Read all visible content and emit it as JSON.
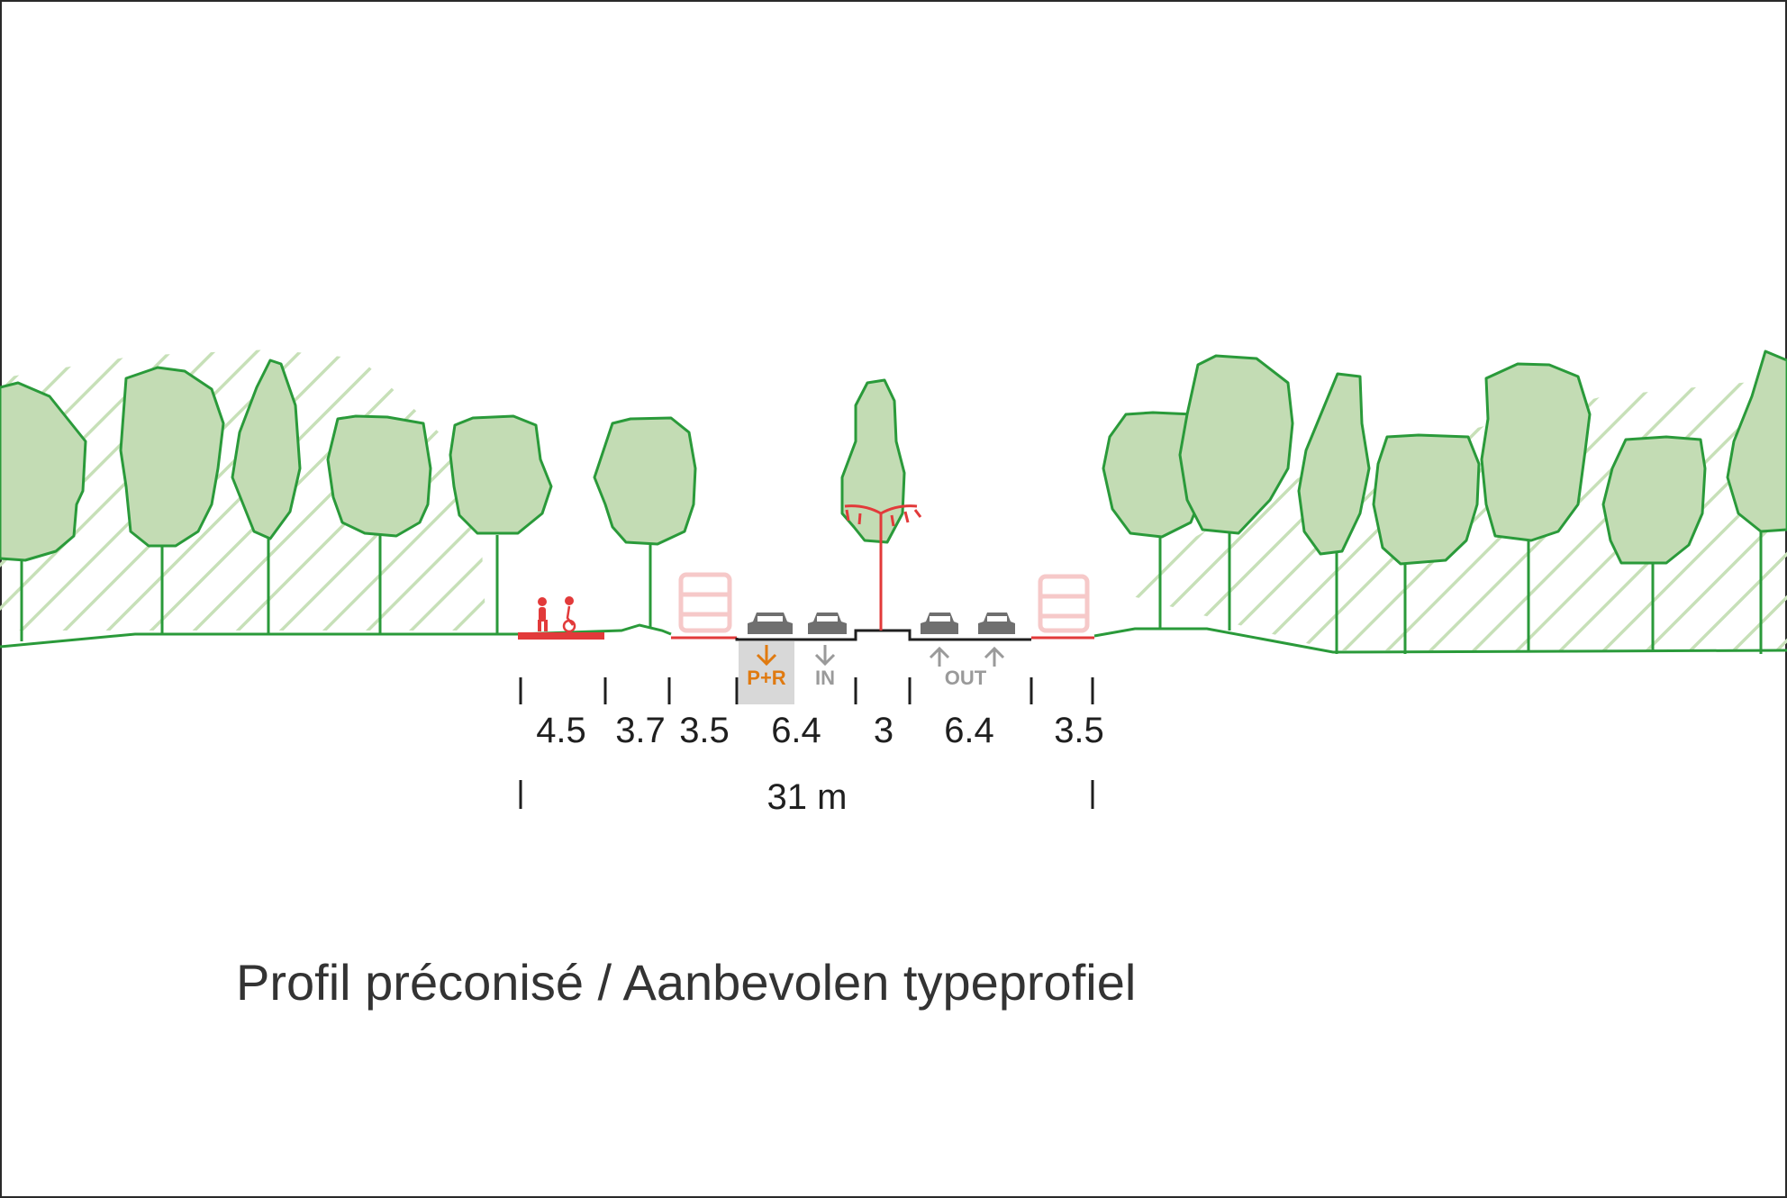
{
  "caption": "Profil préconisé / Aanbevolen typeprofiel",
  "colors": {
    "tree_fill": "#c3dcb4",
    "tree_stroke": "#2a9a3a",
    "hatch": "#c7e0b8",
    "cycle_red": "#e23a3a",
    "bus_pink": "#f6c9c9",
    "car_grey": "#6f6f6f",
    "pr_orange": "#e07a10",
    "pr_box": "#d8d8d8",
    "label_grey": "#9a9a9a",
    "text": "#1f1f1f"
  },
  "segments": [
    {
      "label": "4.5",
      "name": "cycle-path"
    },
    {
      "label": "3.7",
      "name": "green-verge"
    },
    {
      "label": "3.5",
      "name": "bus-lane-left"
    },
    {
      "label": "6.4",
      "name": "carriageway-in"
    },
    {
      "label": "3",
      "name": "central-median"
    },
    {
      "label": "6.4",
      "name": "carriageway-out"
    },
    {
      "label": "3.5",
      "name": "bus-lane-right"
    }
  ],
  "total": "31 m",
  "lane_tags": {
    "park_ride": "P+R",
    "inbound": "IN",
    "outbound": "OUT"
  },
  "icons": [
    "cyclist-icon",
    "bus-icon",
    "car-icon",
    "arrow-down-icon",
    "arrow-up-icon",
    "street-lamp-icon",
    "tree-icon"
  ]
}
